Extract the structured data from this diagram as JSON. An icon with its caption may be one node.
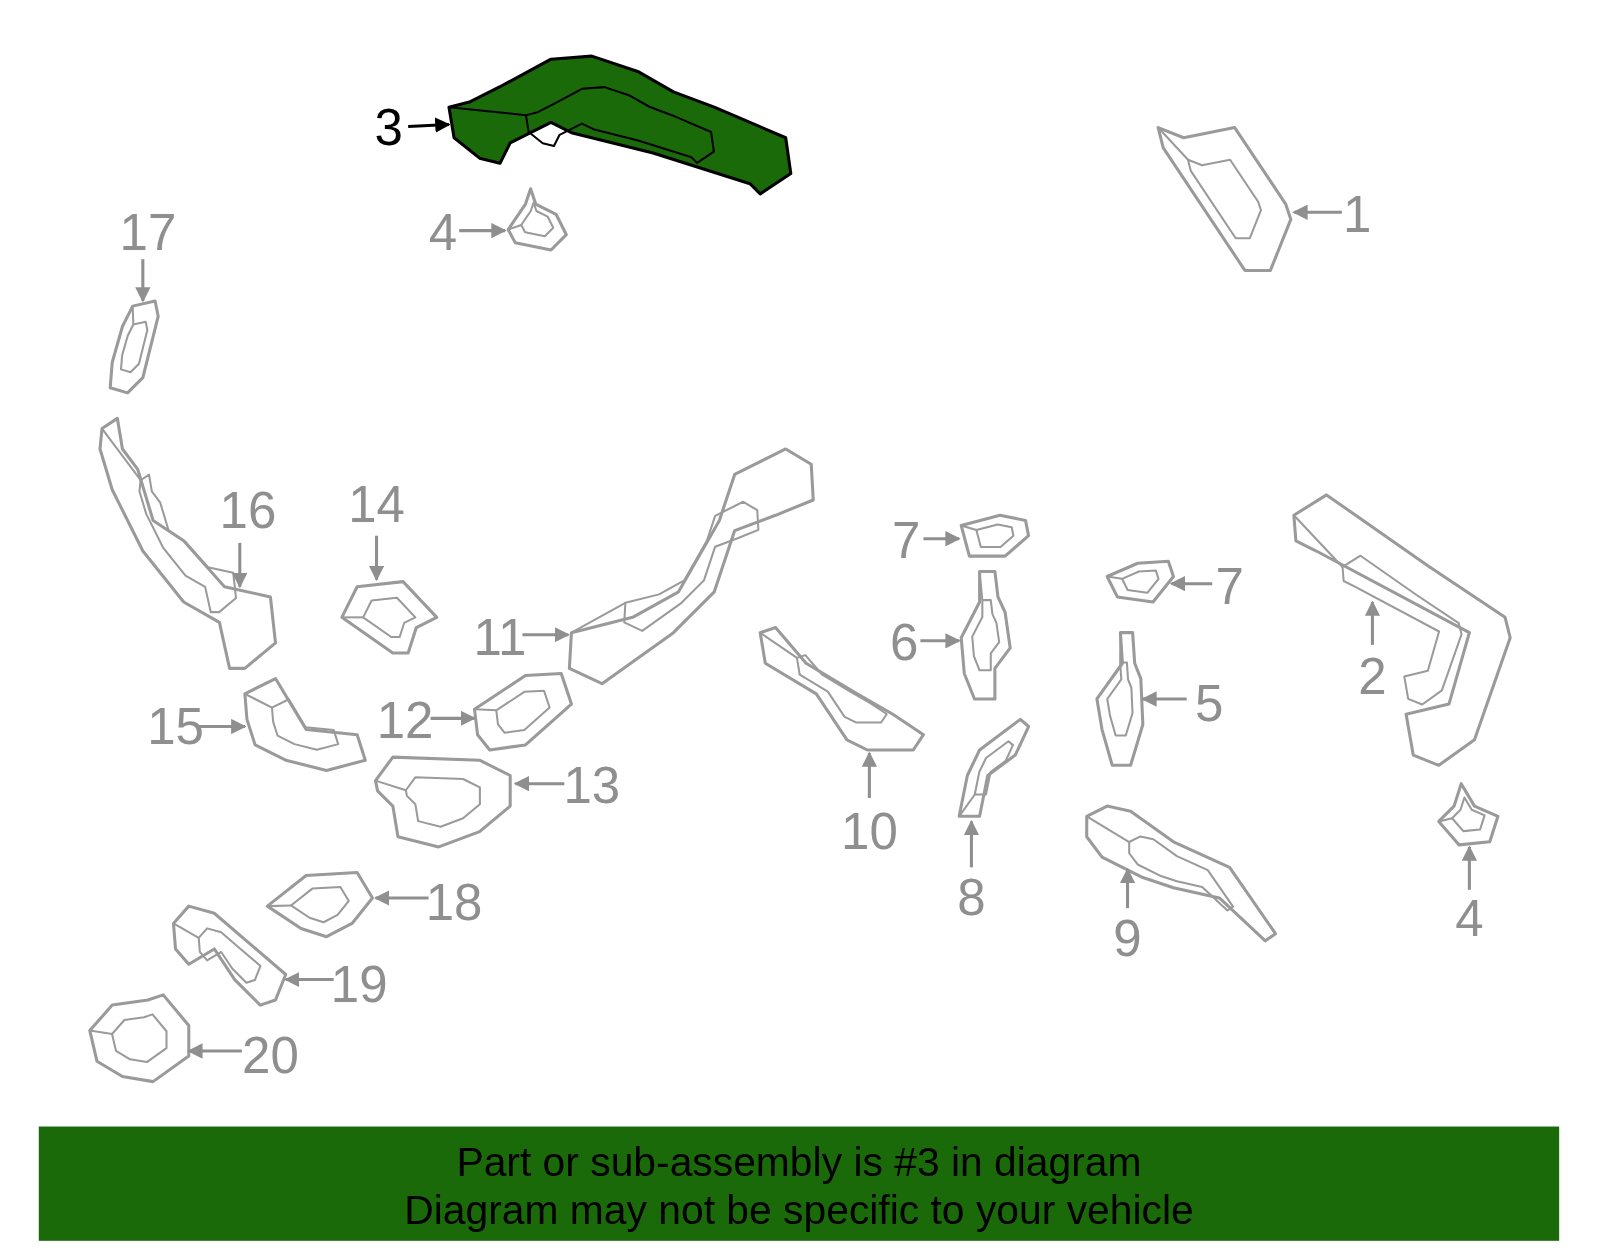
{
  "diagram": {
    "nodes": [
      {
        "text": [
          "3"
        ]
      },
      {
        "text": [],
        "shape": "picture"
      },
      {
        "text": [
          "4"
        ]
      },
      {
        "text": [],
        "shape": "picture"
      },
      {
        "text": [
          "1"
        ]
      },
      {
        "text": [],
        "shape": "picture"
      },
      {
        "text": [
          "17"
        ]
      },
      {
        "text": [],
        "shape": "picture"
      },
      {
        "text": [
          "16"
        ]
      },
      {
        "text": [],
        "shape": "picture"
      },
      {
        "text": [
          "14"
        ]
      },
      {
        "text": [],
        "shape": "picture"
      },
      {
        "text": [
          "7"
        ]
      },
      {
        "text": [],
        "shape": "picture"
      },
      {
        "text": [
          "7"
        ]
      },
      {
        "text": [],
        "shape": "picture"
      },
      {
        "text": [
          "2"
        ]
      },
      {
        "text": [],
        "shape": "picture"
      },
      {
        "text": [
          "11"
        ]
      },
      {
        "text": [],
        "shape": "picture"
      },
      {
        "text": [
          "6"
        ]
      },
      {
        "text": [],
        "shape": "picture"
      },
      {
        "text": [
          "15"
        ]
      },
      {
        "text": [],
        "shape": "picture"
      },
      {
        "text": [
          "12"
        ]
      },
      {
        "text": [],
        "shape": "picture"
      },
      {
        "text": [
          "5"
        ]
      },
      {
        "text": [],
        "shape": "picture"
      },
      {
        "text": [
          "13"
        ]
      },
      {
        "text": [],
        "shape": "picture"
      },
      {
        "text": [
          "10"
        ]
      },
      {
        "text": [],
        "shape": "picture"
      },
      {
        "text": [
          "8"
        ]
      },
      {
        "text": [],
        "shape": "picture"
      },
      {
        "text": [
          "4"
        ]
      },
      {
        "text": [],
        "shape": "picture"
      },
      {
        "text": [
          "18"
        ]
      },
      {
        "text": [],
        "shape": "picture"
      },
      {
        "text": [
          "9"
        ]
      },
      {
        "text": [],
        "shape": "picture"
      },
      {
        "text": [
          "19"
        ]
      },
      {
        "text": [],
        "shape": "picture"
      },
      {
        "text": [
          "20"
        ]
      },
      {
        "text": [],
        "shape": "picture"
      }
    ],
    "edges": [
      {
        "from": 0,
        "to": 1,
        "arrow": "to",
        "color": "#000000"
      },
      {
        "from": 2,
        "to": 3,
        "arrow": "to"
      },
      {
        "from": 4,
        "to": 5,
        "arrow": "to"
      },
      {
        "from": 6,
        "to": 7,
        "arrow": "to"
      },
      {
        "from": 8,
        "to": 9,
        "arrow": "to"
      },
      {
        "from": 10,
        "to": 11,
        "arrow": "to"
      },
      {
        "from": 12,
        "to": 13,
        "arrow": "to"
      },
      {
        "from": 14,
        "to": 15,
        "arrow": "to"
      },
      {
        "from": 16,
        "to": 17,
        "arrow": "to"
      },
      {
        "from": 18,
        "to": 19,
        "arrow": "to"
      },
      {
        "from": 20,
        "to": 21,
        "arrow": "to"
      },
      {
        "from": 22,
        "to": 23,
        "arrow": "to"
      },
      {
        "from": 24,
        "to": 25,
        "arrow": "to"
      },
      {
        "from": 26,
        "to": 27,
        "arrow": "to"
      },
      {
        "from": 28,
        "to": 29,
        "arrow": "to"
      },
      {
        "from": 30,
        "to": 31,
        "arrow": "to"
      },
      {
        "from": 32,
        "to": 33,
        "arrow": "to"
      },
      {
        "from": 34,
        "to": 35,
        "arrow": "to"
      },
      {
        "from": 36,
        "to": 37,
        "arrow": "to"
      },
      {
        "from": 38,
        "to": 39,
        "arrow": "to"
      },
      {
        "from": 40,
        "to": 41,
        "arrow": "to"
      },
      {
        "from": 42,
        "to": 43,
        "arrow": "to"
      }
    ],
    "labels": [
      "Part or sub-assembly is #3 in diagram",
      "Diagram may not be specific to your vehicle"
    ]
  }
}
